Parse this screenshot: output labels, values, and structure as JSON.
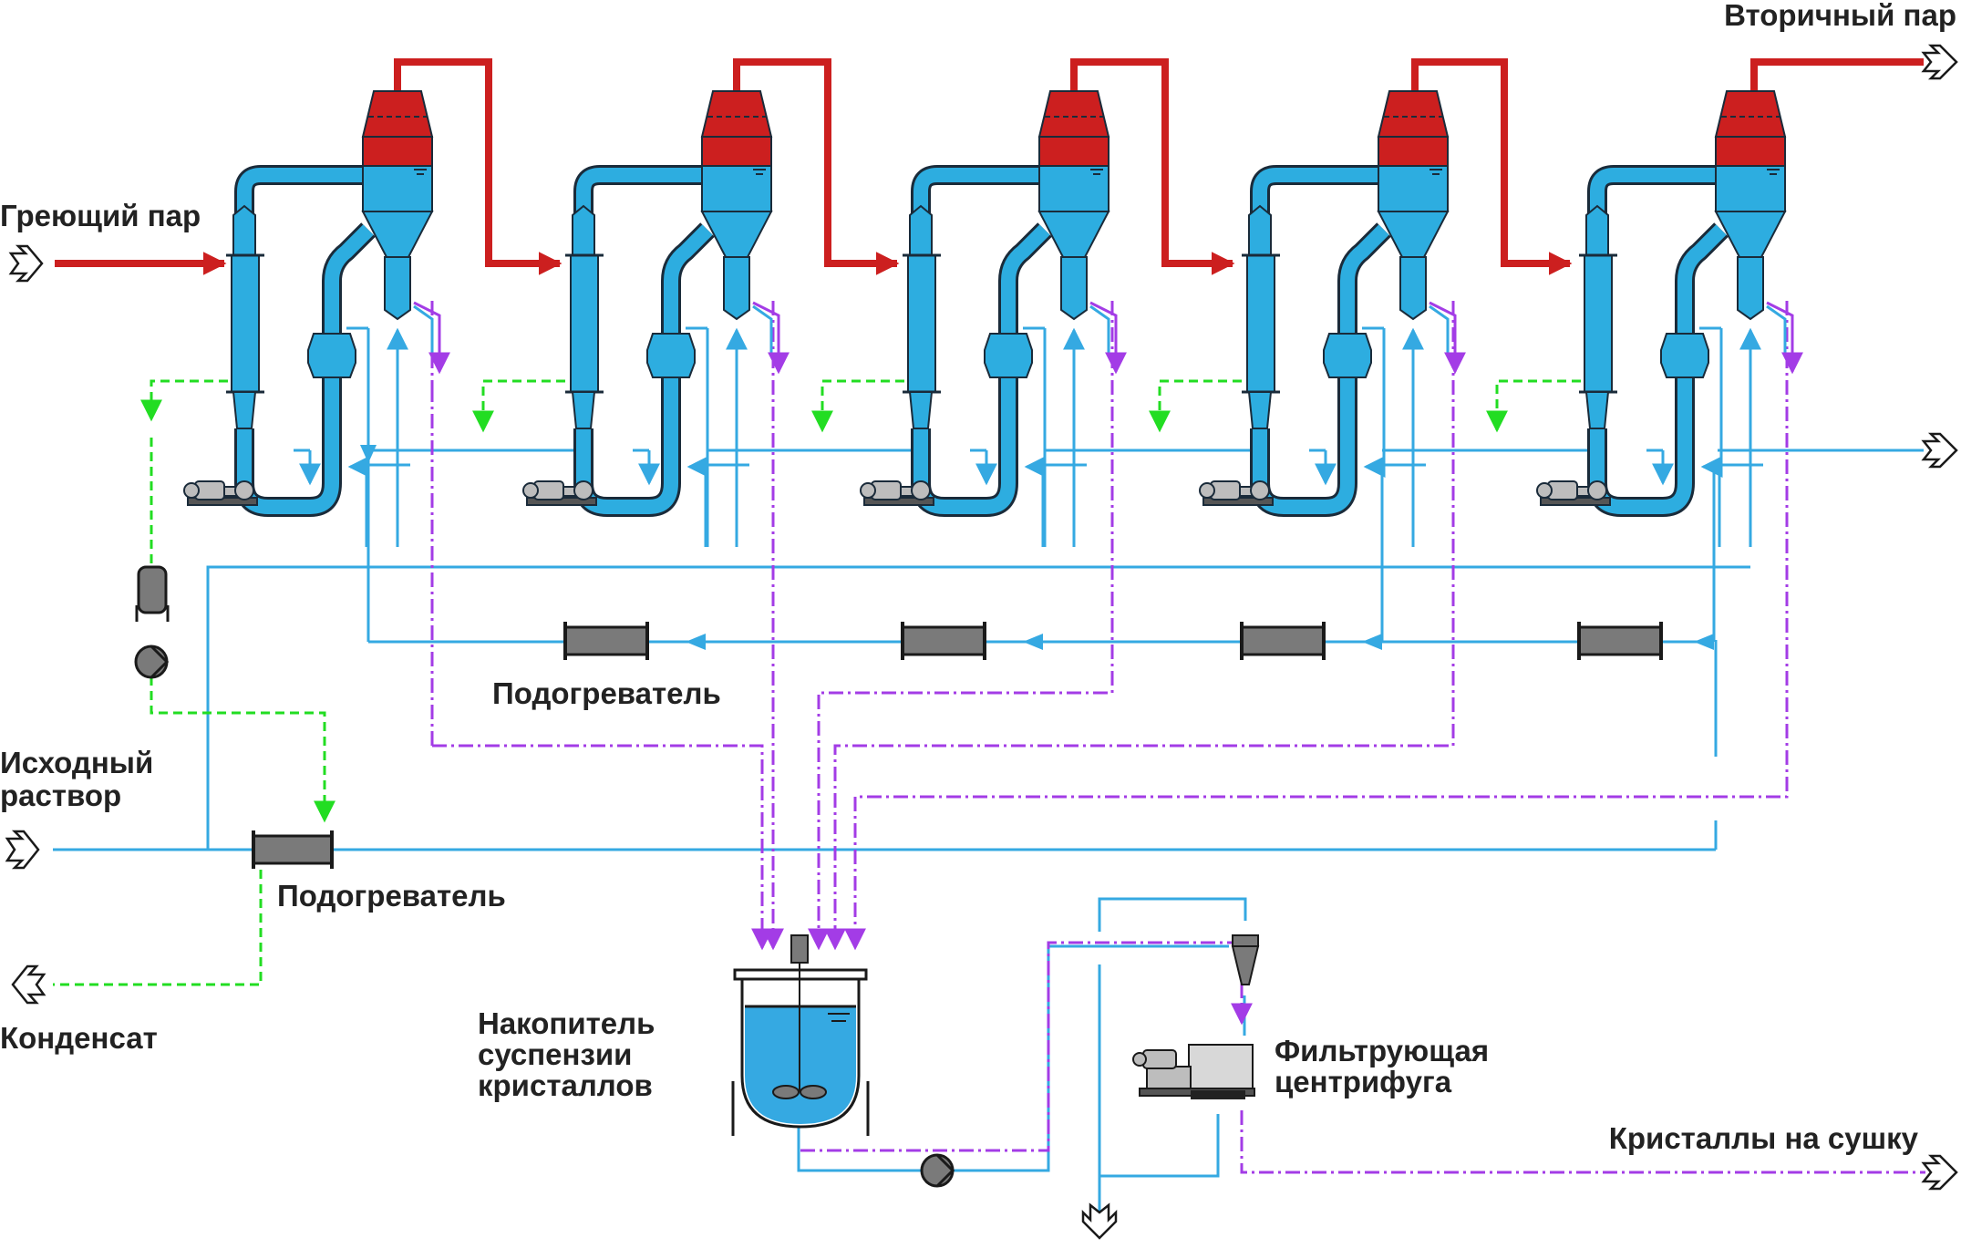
{
  "labels": {
    "heating_steam": "Греющий пар",
    "secondary_steam": "Вторичный пар",
    "source_solution_line1": "Исходный",
    "source_solution_line2": "раствор",
    "condensate": "Конденсат",
    "heater_main": "Подогреватель",
    "heater_lower": "Подогреватель",
    "tank_line1": "Накопитель",
    "tank_line2": "суспензии",
    "tank_line3": "кристаллов",
    "centrifuge_line1": "Фильтрующая",
    "centrifuge_line2": "центрифуга",
    "crystals_to_drying": "Кристаллы на сушку"
  },
  "colors": {
    "steam": "#cc1f1f",
    "vessel": "#2dade0",
    "vessel_stroke": "#1a2b3a",
    "liquid": "#35a9e2",
    "condensate": "#22dd22",
    "suspension": "#a33ce6",
    "equipment_gray": "#7a7a7a"
  },
  "icons": {
    "inlet_arrow": "hollow-arrow-icon",
    "flow_arrow": "arrowhead-icon",
    "pump": "pump-icon",
    "motor": "motor-icon",
    "agitator": "agitator-icon"
  },
  "stages_count": 5
}
